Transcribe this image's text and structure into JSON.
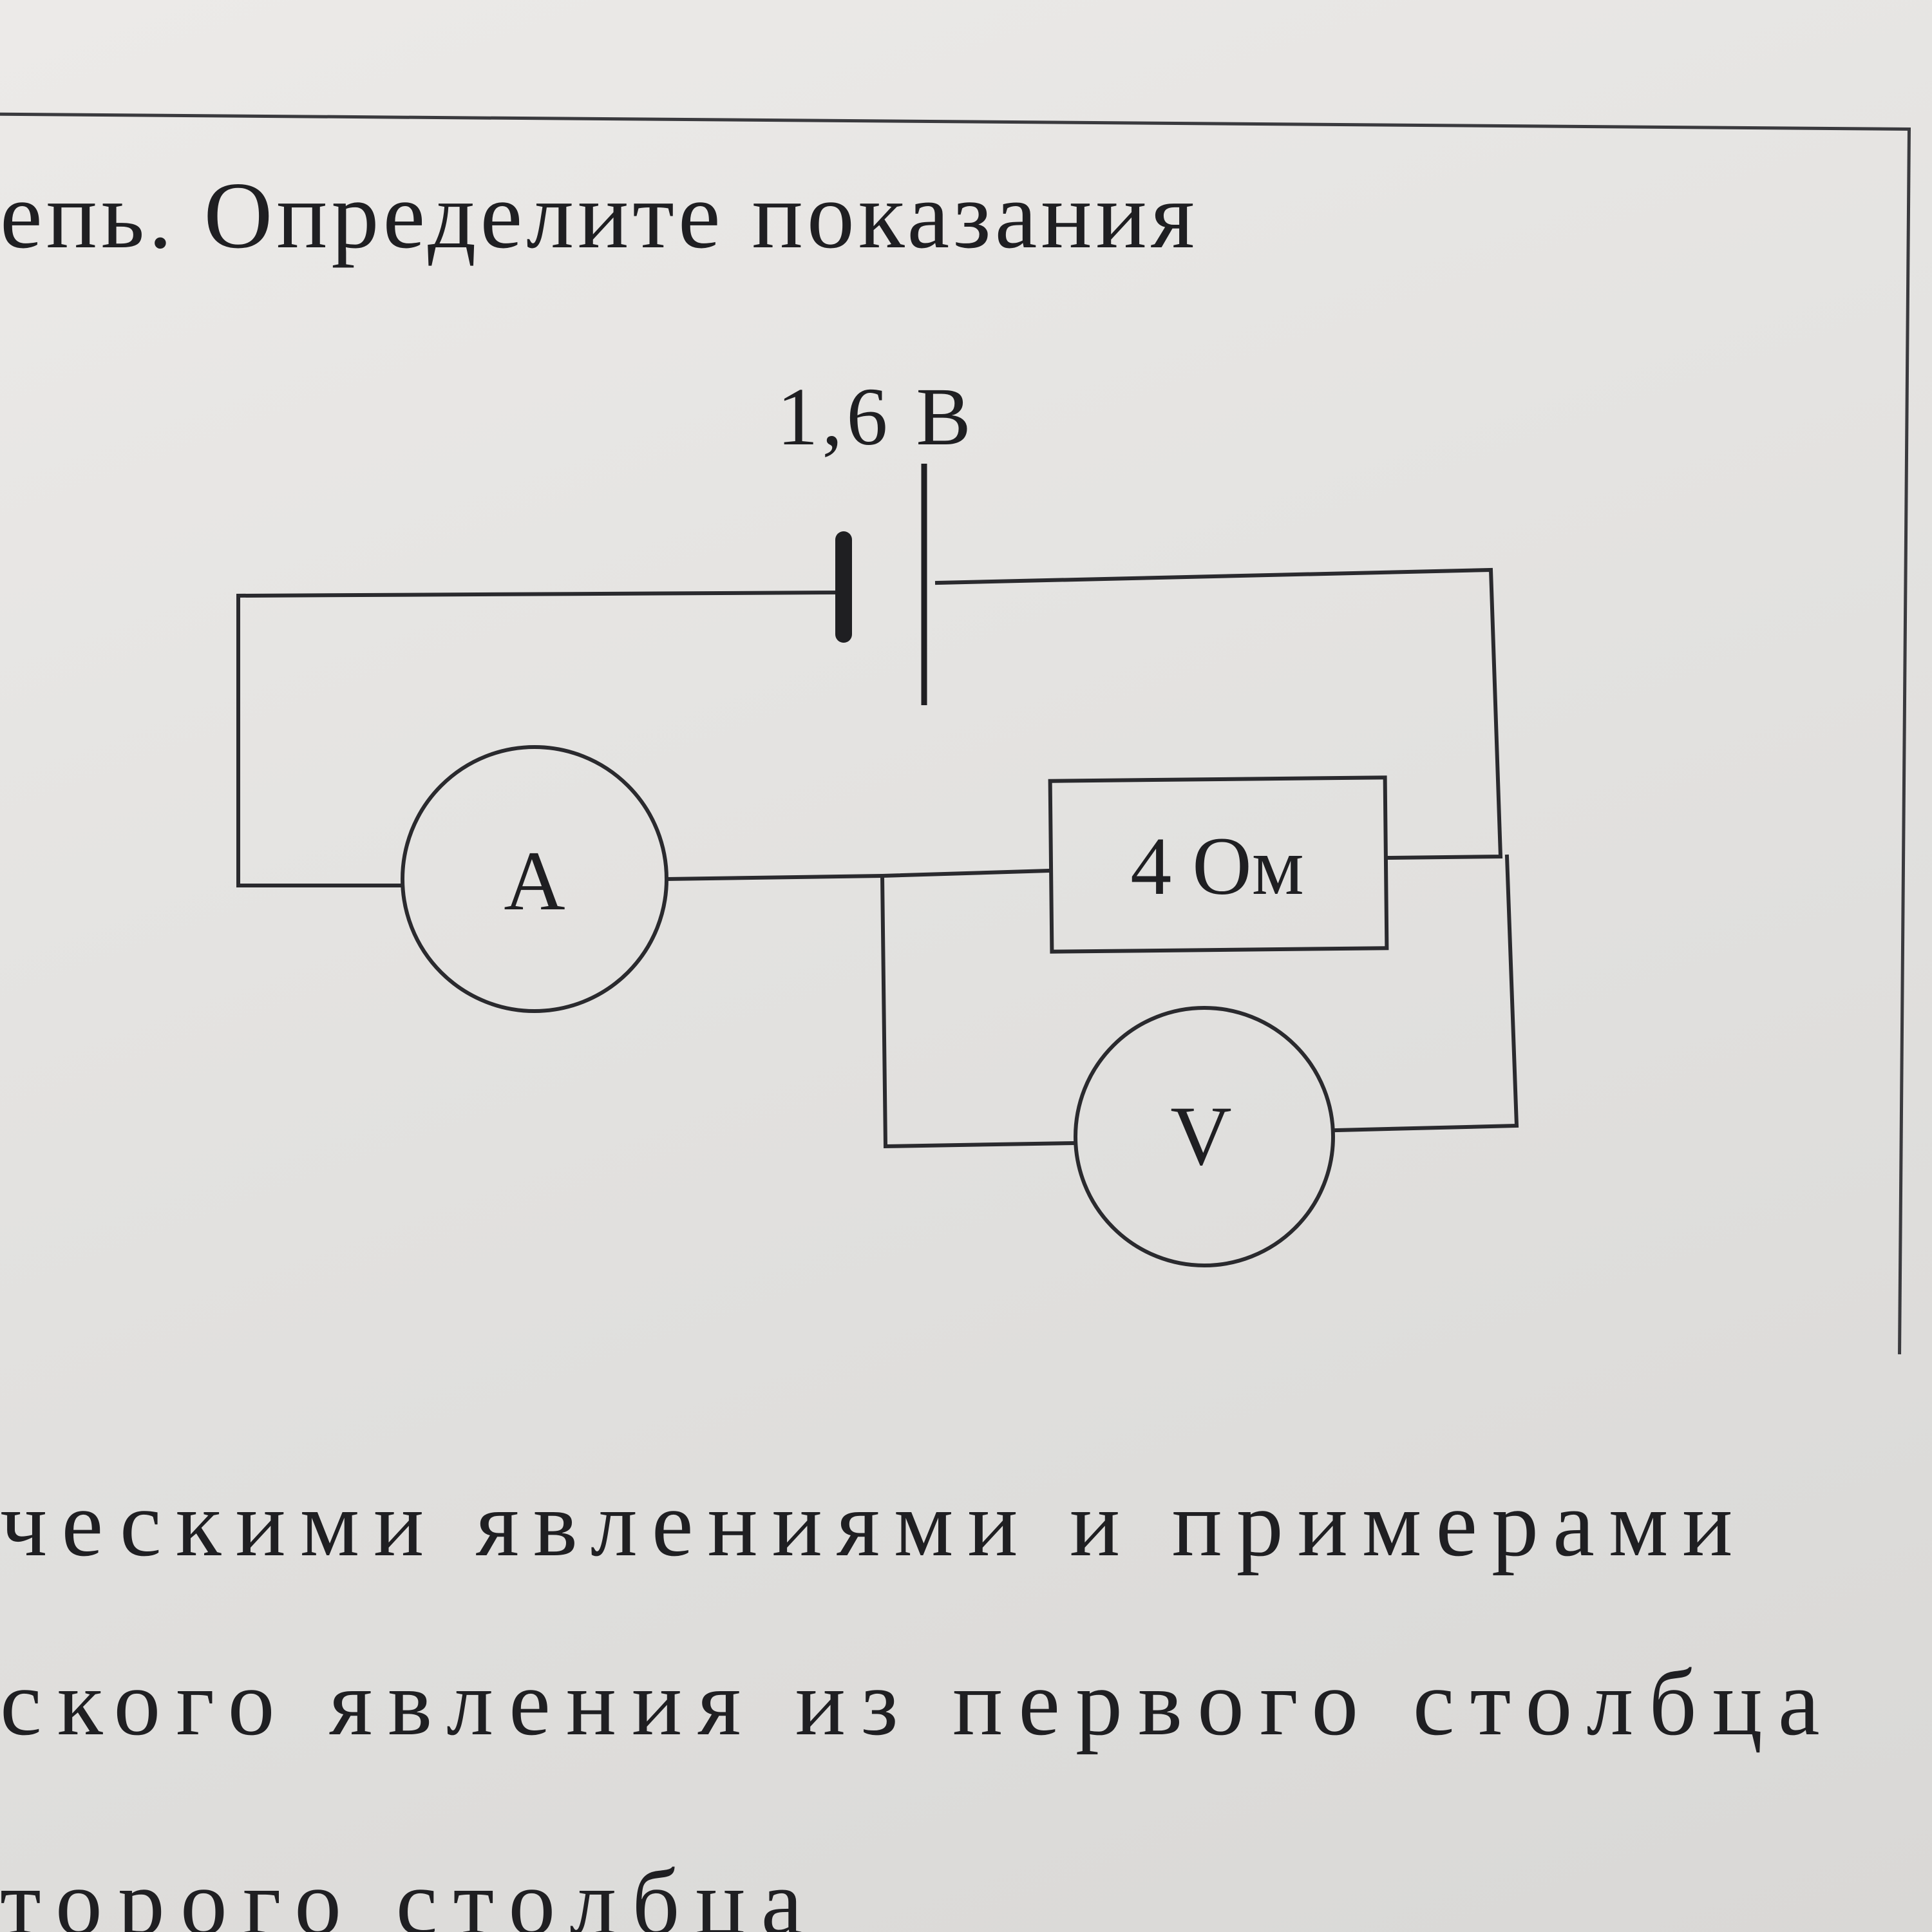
{
  "text": {
    "top_line": "епь. Определите показания",
    "bottom_line_1": "ческими явлениями и примерами",
    "bottom_line_2": "ского явления из первого столбца",
    "bottom_line_3": "торого столбца"
  },
  "circuit": {
    "battery_label": "1,6 В",
    "ammeter_label": "A",
    "resistor_label": "4 Ом",
    "voltmeter_label": "V"
  }
}
